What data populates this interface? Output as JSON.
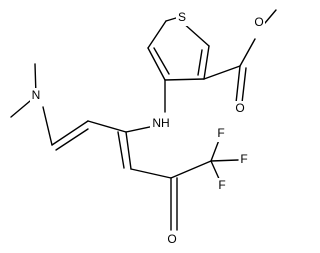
{
  "molecule": {
    "atoms": {
      "sulfur": "S",
      "ester_oxygen_single": "O",
      "ester_oxygen_double": "O",
      "amine": "NH",
      "dimethylamino": "N",
      "ketone_oxygen": "O",
      "fluorine_top": "F",
      "fluorine_mid": "F",
      "fluorine_right": "F"
    }
  }
}
